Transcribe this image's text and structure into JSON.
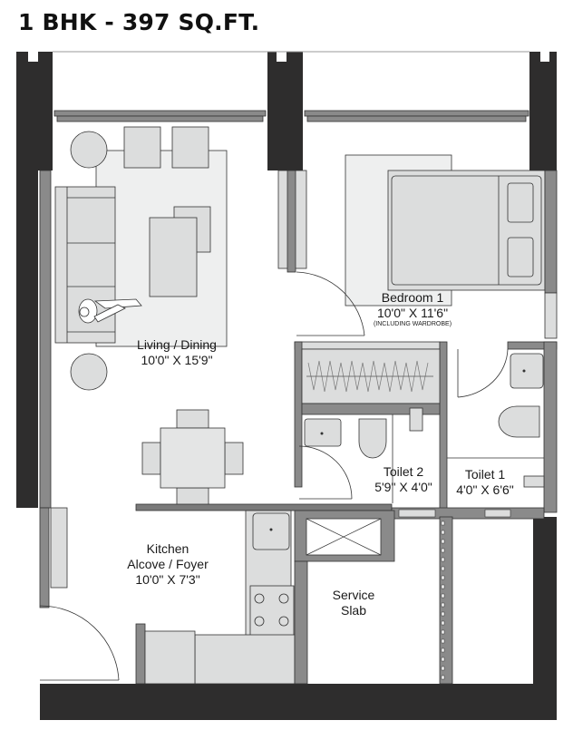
{
  "title": "1 BHK - 397 SQ.FT.",
  "colors": {
    "outer_wall": "#2e2d2d",
    "inner_wall": "#7f7f7f",
    "furniture_fill": "#dcdddd",
    "rug_fill": "#eeefef",
    "label_text": "#1a1a1a"
  },
  "rooms": {
    "living": {
      "name": "Living / Dining",
      "size": "10'0\" X 15'9\""
    },
    "bedroom": {
      "name": "Bedroom 1",
      "size": "10'0\" X 11'6\"",
      "note": "(INCLUDING WARDROBE)"
    },
    "toilet2": {
      "name": "Toilet 2",
      "size": "5'9\" X 4'0\""
    },
    "toilet1": {
      "name": "Toilet 1",
      "size": "4'0\" X 6'6\""
    },
    "kitchen": {
      "line1": "Kitchen",
      "line2": "Alcove / Foyer",
      "size": "10'0\" X 7'3\""
    },
    "service": {
      "line1": "Service",
      "line2": "Slab"
    }
  }
}
